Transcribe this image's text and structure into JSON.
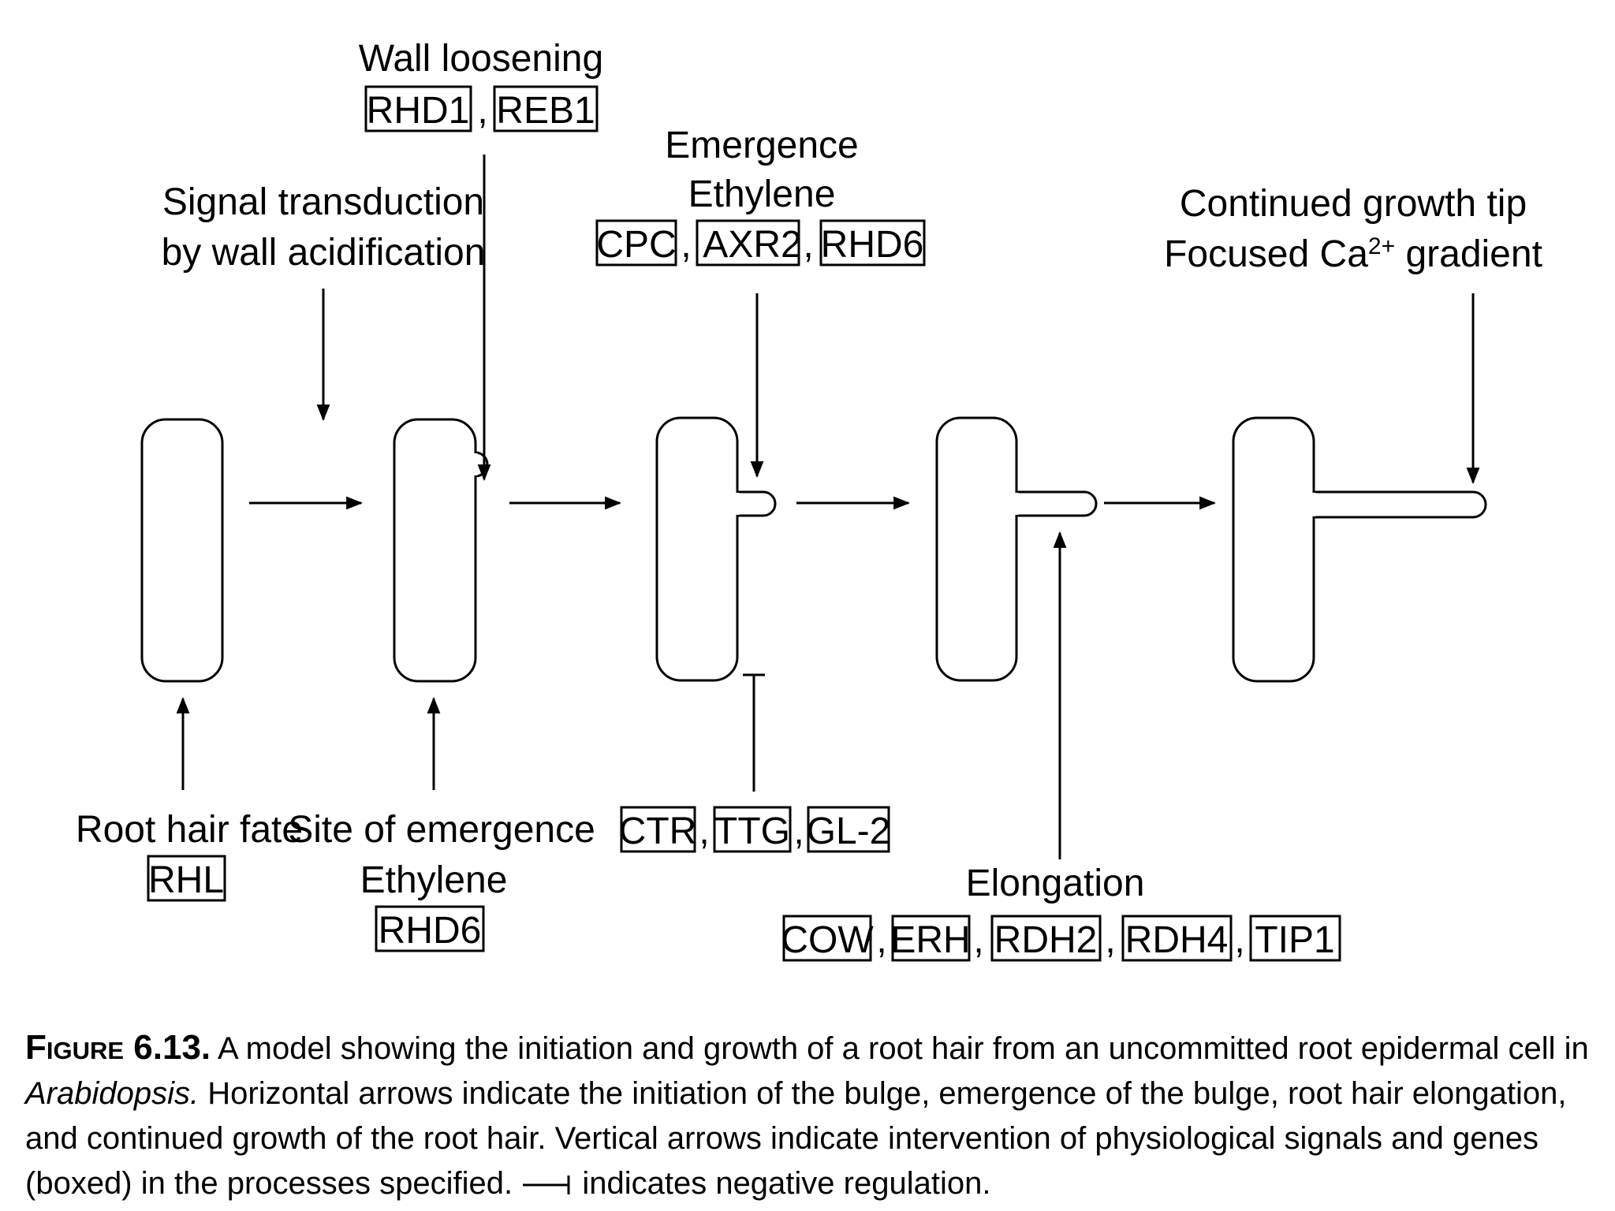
{
  "top_labels": {
    "signal": [
      "Signal transduction",
      "by wall acidification"
    ],
    "wall": "Wall loosening",
    "wall_genes": [
      "RHD1",
      "REB1"
    ],
    "emergence": [
      "Emergence",
      "Ethylene"
    ],
    "emergence_genes": [
      "CPC",
      "AXR2",
      "RHD6"
    ],
    "continued": "Continued growth tip",
    "focused_pre": "Focused Ca",
    "focused_sup": "2+",
    "focused_post": " gradient"
  },
  "bottom_labels": {
    "root_fate": "Root hair fate",
    "root_fate_gene": "RHL",
    "site": "Site of emergence",
    "site_ethylene": "Ethylene",
    "site_gene": "RHD6",
    "negative_genes": [
      "CTR",
      "TTG",
      "GL-2"
    ],
    "elongation": "Elongation",
    "elongation_genes": [
      "COW",
      "ERH",
      "RDH2",
      "RDH4",
      "TIP1"
    ]
  },
  "separator": ",",
  "caption": {
    "label": "Figure 6.13.",
    "text_a": " A model showing the initiation and growth of a root hair from an uncommitted root epidermal cell in ",
    "organism": "Arabidopsis.",
    "text_b": " Horizontal arrows indicate the initiation of the bulge, emergence of the bulge, root hair elongation, and continued growth of the root hair. Vertical arrows indicate intervention of physiological signals and genes (boxed) in the processes specified. ",
    "text_c": " indicates negative regulation."
  }
}
